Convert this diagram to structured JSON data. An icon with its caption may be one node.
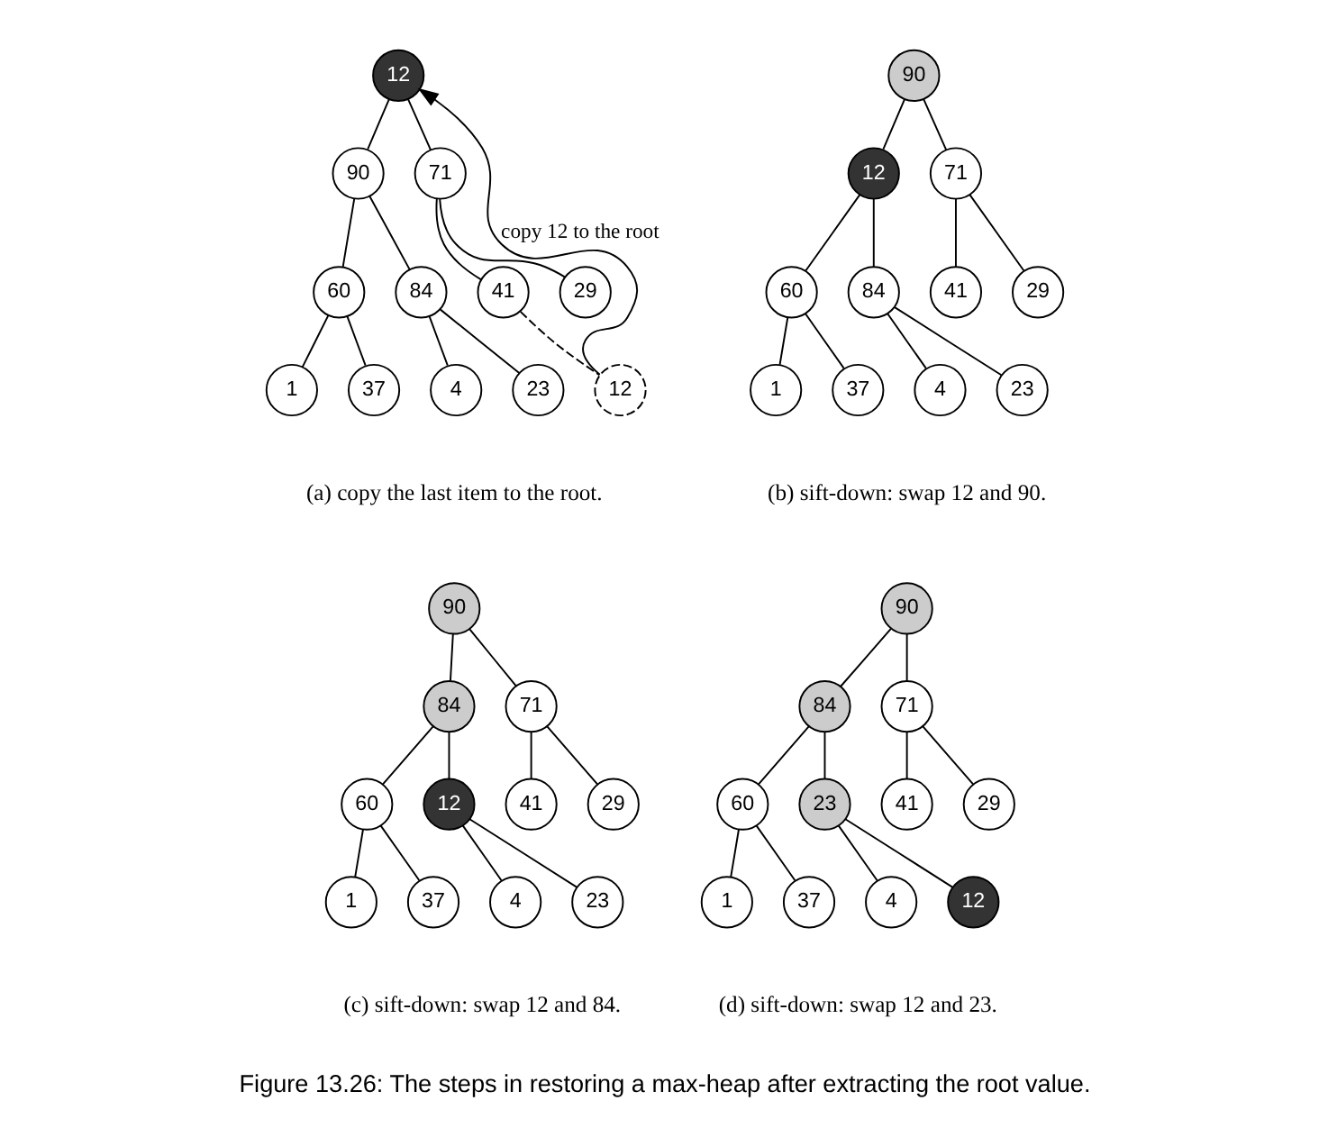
{
  "diagram": {
    "caption": "Figure 13.26: The steps in restoring a max-heap after extracting the root value.",
    "nodes": [
      {
        "text": [
          "12"
        ]
      },
      {
        "text": [
          "90"
        ]
      },
      {
        "text": [
          "71"
        ]
      },
      {
        "text": [
          "60"
        ]
      },
      {
        "text": [
          "84"
        ]
      },
      {
        "text": [
          "41"
        ]
      },
      {
        "text": [
          "29"
        ]
      },
      {
        "text": [
          "1"
        ]
      },
      {
        "text": [
          "37"
        ]
      },
      {
        "text": [
          "4"
        ]
      },
      {
        "text": [
          "23"
        ]
      },
      {
        "text": [
          "12"
        ]
      },
      {
        "text": [
          "90"
        ]
      },
      {
        "text": [
          "12"
        ]
      },
      {
        "text": [
          "71"
        ]
      },
      {
        "text": [
          "60"
        ]
      },
      {
        "text": [
          "84"
        ]
      },
      {
        "text": [
          "41"
        ]
      },
      {
        "text": [
          "29"
        ]
      },
      {
        "text": [
          "1"
        ]
      },
      {
        "text": [
          "37"
        ]
      },
      {
        "text": [
          "4"
        ]
      },
      {
        "text": [
          "23"
        ]
      },
      {
        "text": [
          "90"
        ]
      },
      {
        "text": [
          "84"
        ]
      },
      {
        "text": [
          "71"
        ]
      },
      {
        "text": [
          "60"
        ]
      },
      {
        "text": [
          "12"
        ]
      },
      {
        "text": [
          "41"
        ]
      },
      {
        "text": [
          "29"
        ]
      },
      {
        "text": [
          "1"
        ]
      },
      {
        "text": [
          "37"
        ]
      },
      {
        "text": [
          "4"
        ]
      },
      {
        "text": [
          "23"
        ]
      },
      {
        "text": [
          "90"
        ]
      },
      {
        "text": [
          "84"
        ]
      },
      {
        "text": [
          "71"
        ]
      },
      {
        "text": [
          "60"
        ]
      },
      {
        "text": [
          "23"
        ]
      },
      {
        "text": [
          "41"
        ]
      },
      {
        "text": [
          "29"
        ]
      },
      {
        "text": [
          "1"
        ]
      },
      {
        "text": [
          "37"
        ]
      },
      {
        "text": [
          "4"
        ]
      },
      {
        "text": [
          "12"
        ]
      }
    ],
    "edges": [
      {
        "from": 0,
        "to": 1,
        "arrow": "none"
      },
      {
        "from": 0,
        "to": 2,
        "arrow": "none"
      },
      {
        "from": 1,
        "to": 3,
        "arrow": "none"
      },
      {
        "from": 1,
        "to": 4,
        "arrow": "none"
      },
      {
        "from": 2,
        "to": 5,
        "arrow": "none"
      },
      {
        "from": 2,
        "to": 6,
        "arrow": "none"
      },
      {
        "from": 3,
        "to": 7,
        "arrow": "none"
      },
      {
        "from": 3,
        "to": 8,
        "arrow": "none"
      },
      {
        "from": 4,
        "to": 9,
        "arrow": "none"
      },
      {
        "from": 4,
        "to": 10,
        "arrow": "none"
      },
      {
        "from": 5,
        "to": 11,
        "arrow": "none",
        "style": "dashed"
      },
      {
        "from": 11,
        "to": 0,
        "arrow": "to",
        "label": "copy 12 to the root"
      },
      {
        "from": 12,
        "to": 13,
        "arrow": "none"
      },
      {
        "from": 12,
        "to": 14,
        "arrow": "none"
      },
      {
        "from": 13,
        "to": 15,
        "arrow": "none"
      },
      {
        "from": 13,
        "to": 16,
        "arrow": "none"
      },
      {
        "from": 14,
        "to": 17,
        "arrow": "none"
      },
      {
        "from": 14,
        "to": 18,
        "arrow": "none"
      },
      {
        "from": 15,
        "to": 19,
        "arrow": "none"
      },
      {
        "from": 15,
        "to": 20,
        "arrow": "none"
      },
      {
        "from": 16,
        "to": 21,
        "arrow": "none"
      },
      {
        "from": 16,
        "to": 22,
        "arrow": "none"
      },
      {
        "from": 23,
        "to": 24,
        "arrow": "none"
      },
      {
        "from": 23,
        "to": 25,
        "arrow": "none"
      },
      {
        "from": 24,
        "to": 26,
        "arrow": "none"
      },
      {
        "from": 24,
        "to": 27,
        "arrow": "none"
      },
      {
        "from": 25,
        "to": 28,
        "arrow": "none"
      },
      {
        "from": 25,
        "to": 29,
        "arrow": "none"
      },
      {
        "from": 26,
        "to": 30,
        "arrow": "none"
      },
      {
        "from": 26,
        "to": 31,
        "arrow": "none"
      },
      {
        "from": 27,
        "to": 32,
        "arrow": "none"
      },
      {
        "from": 27,
        "to": 33,
        "arrow": "none"
      },
      {
        "from": 34,
        "to": 35,
        "arrow": "none"
      },
      {
        "from": 34,
        "to": 36,
        "arrow": "none"
      },
      {
        "from": 35,
        "to": 37,
        "arrow": "none"
      },
      {
        "from": 35,
        "to": 38,
        "arrow": "none"
      },
      {
        "from": 36,
        "to": 39,
        "arrow": "none"
      },
      {
        "from": 36,
        "to": 40,
        "arrow": "none"
      },
      {
        "from": 37,
        "to": 41,
        "arrow": "none"
      },
      {
        "from": 37,
        "to": 42,
        "arrow": "none"
      },
      {
        "from": 38,
        "to": 43,
        "arrow": "none"
      },
      {
        "from": 38,
        "to": 44,
        "arrow": "none"
      }
    ],
    "labels": [
      "(a) copy the last item to the root.",
      "(b) sift-down: swap 12 and 90.",
      "(c) sift-down: swap 12 and 84.",
      "(d) sift-down: swap 12 and 23."
    ]
  }
}
